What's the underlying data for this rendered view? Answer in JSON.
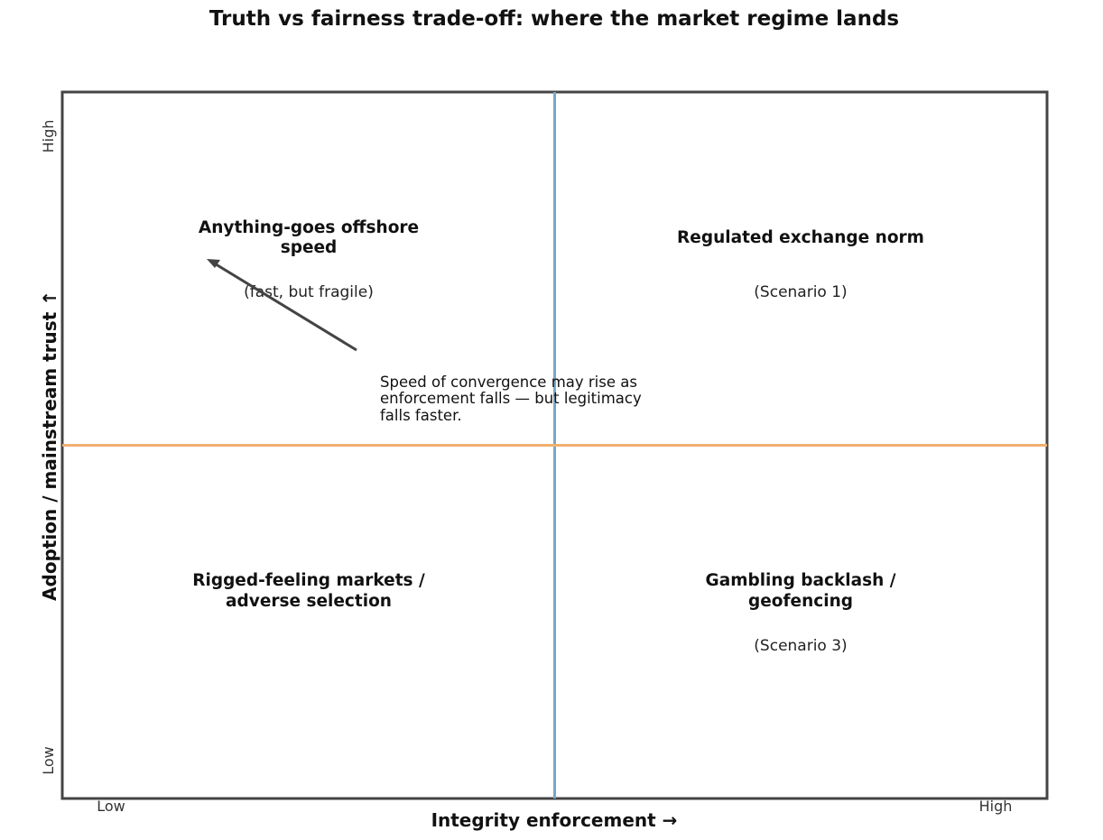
{
  "chart_data": {
    "type": "quadrant",
    "title": "Truth vs fairness trade-off: where the market regime lands",
    "xlabel": "Integrity enforcement →",
    "ylabel": "Adoption / mainstream trust ↑",
    "x_ticks": {
      "low": "Low",
      "high": "High"
    },
    "y_ticks": {
      "low": "Low",
      "high": "High"
    },
    "xlim": [
      0,
      1
    ],
    "ylim": [
      0,
      1
    ],
    "x_divider": 0.5,
    "y_divider": 0.5,
    "colors": {
      "x_divider": "#7aa6c8",
      "y_divider": "#f0b070",
      "frame": "#444444",
      "arrow": "#444444"
    },
    "quadrants": [
      {
        "position": "top-left",
        "title_lines": [
          "Anything-goes offshore",
          "speed"
        ],
        "subtitle": "(fast, but fragile)"
      },
      {
        "position": "top-right",
        "title_lines": [
          "Regulated exchange norm"
        ],
        "subtitle": "(Scenario 1)"
      },
      {
        "position": "bottom-left",
        "title_lines": [
          "Rigged-feeling markets /",
          "adverse selection"
        ],
        "subtitle": ""
      },
      {
        "position": "bottom-right",
        "title_lines": [
          "Gambling backlash /",
          "geofencing"
        ],
        "subtitle": "(Scenario 3)"
      }
    ],
    "annotation": {
      "lines": [
        "Speed of convergence may rise as",
        "enforcement falls — but legitimacy",
        "falls faster."
      ]
    }
  }
}
